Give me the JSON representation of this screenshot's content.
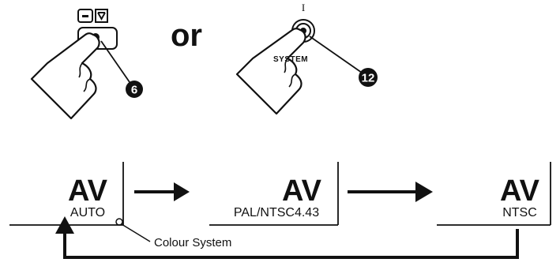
{
  "top": {
    "left_button_number": "6",
    "or_text": "or",
    "system_button_label": "SYSTEM",
    "system_button_top_mark": "I",
    "right_button_number": "12"
  },
  "modes": [
    {
      "title": "AV",
      "subtitle": "AUTO"
    },
    {
      "title": "AV",
      "subtitle": "PAL/NTSC4.43"
    },
    {
      "title": "AV",
      "subtitle": "NTSC"
    }
  ],
  "callout_label": "Colour System",
  "colors": {
    "ink": "#111111",
    "background": "#ffffff"
  }
}
